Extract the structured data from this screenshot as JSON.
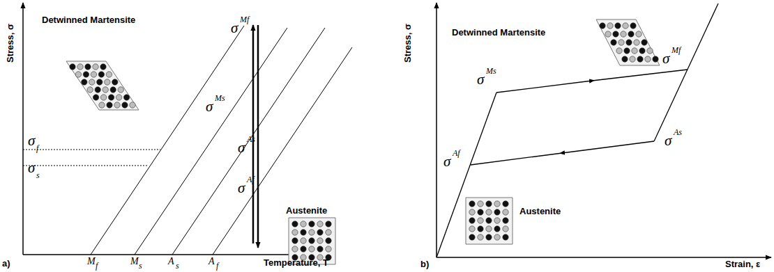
{
  "diagram": {
    "labels": [
      "Stress, σ",
      "Detwinned Martensite",
      "σ",
      "Mf",
      "σ",
      "Ms",
      "σ",
      "As",
      "σ",
      "Af",
      "σ",
      "f",
      "σ",
      "s",
      "Austenite",
      "M",
      "f",
      "M",
      "s",
      "A",
      "s",
      "A",
      "f",
      "Temperature, T",
      "a)",
      "Stress, σ",
      "Detwinned Martensite",
      "σ",
      "Mf",
      "σ",
      "Ms",
      "σ",
      "As",
      "σ",
      "Af",
      "Austenite",
      "Strain, ε",
      "b)"
    ]
  }
}
